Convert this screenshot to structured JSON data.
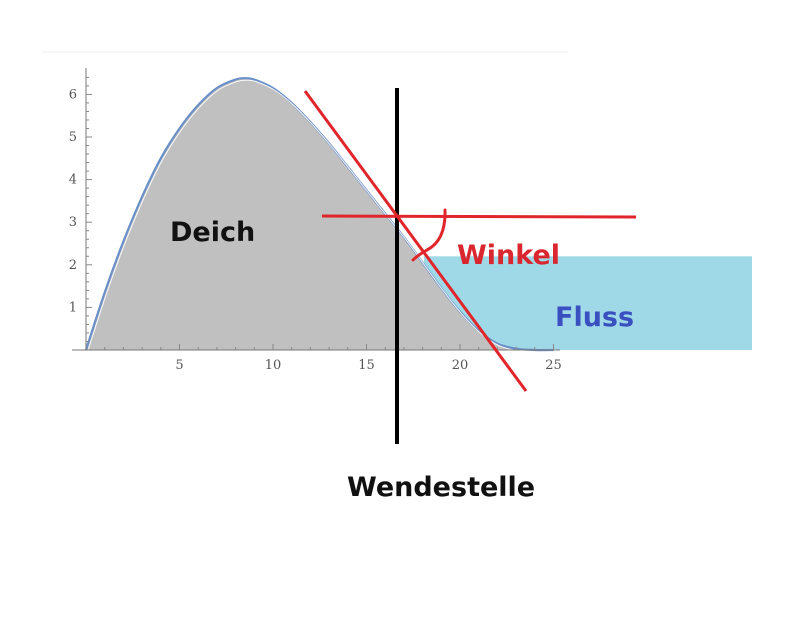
{
  "chart_data": {
    "type": "area",
    "title": "",
    "xlabel": "",
    "ylabel": "",
    "xlim": [
      0,
      25
    ],
    "ylim": [
      0,
      6.4
    ],
    "x_ticks": [
      5,
      10,
      15,
      20,
      25
    ],
    "y_ticks": [
      1,
      2,
      3,
      4,
      5,
      6
    ],
    "grid": false,
    "series": [
      {
        "x": [
          0,
          1,
          2,
          3,
          4,
          5,
          6,
          7,
          8,
          8.5,
          9,
          10,
          11,
          12,
          13,
          14,
          15,
          16,
          17,
          18,
          19,
          20,
          21,
          22,
          23,
          24,
          25
        ],
        "y": [
          0,
          1.35,
          2.55,
          3.6,
          4.5,
          5.2,
          5.75,
          6.15,
          6.35,
          6.38,
          6.35,
          6.15,
          5.8,
          5.35,
          4.85,
          4.3,
          3.75,
          3.2,
          2.65,
          2.05,
          1.45,
          0.9,
          0.45,
          0.15,
          0.03,
          0,
          0
        ],
        "fill_color": "#c0c0c0",
        "line_color": "#6b8fc7"
      }
    ],
    "inflection_point": {
      "x": 16.8,
      "y": 3.15
    },
    "river_level": 2.2,
    "river_color": "#9fd9e8"
  },
  "labels": {
    "deich": "Deich",
    "winkel": "Winkel",
    "fluss": "Fluss",
    "wendestelle": "Wendestelle"
  },
  "colors": {
    "annotation_red": "#e0252b",
    "winkel_text": "#d9262f",
    "fluss_text": "#3a4fc0",
    "vertical_line": "#000000"
  }
}
